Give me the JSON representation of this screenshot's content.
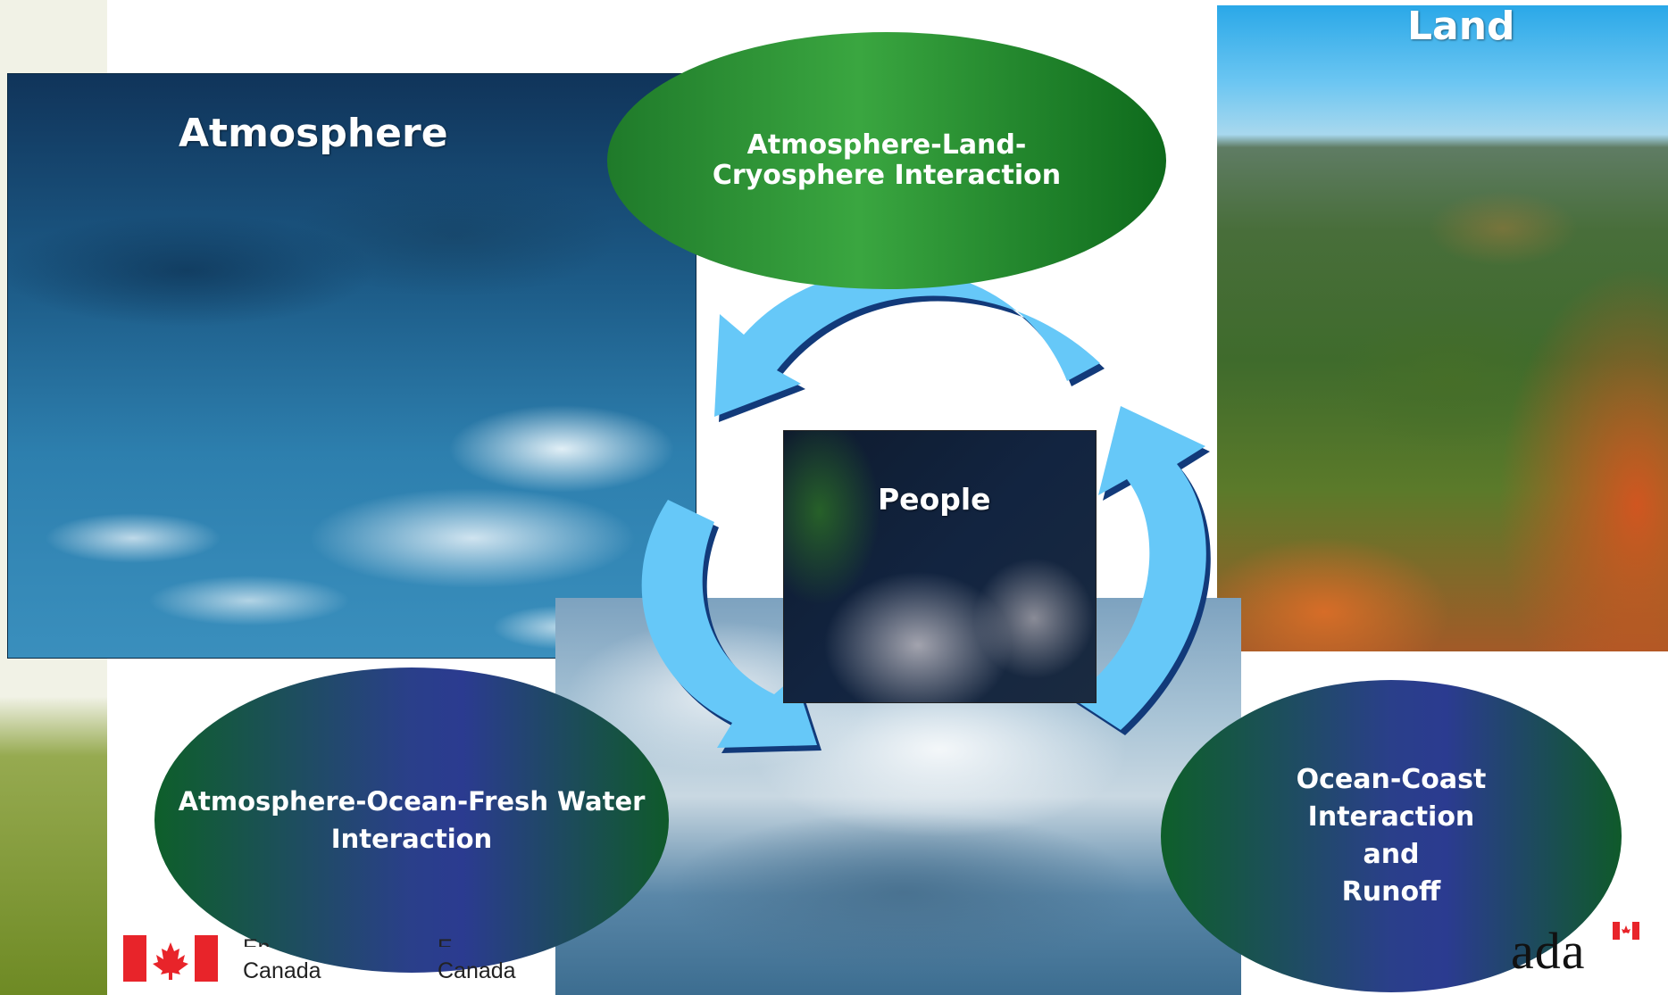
{
  "panels": {
    "atmosphere": "Atmosphere",
    "land": "Land",
    "people": "People"
  },
  "interactions": {
    "atmosphere_land": [
      "Atmosphere-Land-",
      "Cryosphere Interaction"
    ],
    "atmosphere_ocean": [
      "Atmosphere-Ocean-Fresh Water",
      "Interaction"
    ],
    "ocean_coast": [
      "Ocean-Coast",
      "Interaction",
      "and",
      "Runoff"
    ]
  },
  "logos": {
    "left_line1": "En",
    "left_line2": "Canada",
    "mid_line1": "E",
    "mid_line2": "Canada",
    "wordmark": "ada"
  },
  "colors": {
    "arrow": "#66c8f8",
    "arrow_shadow": "#123a7a",
    "canada_red": "#e8242a"
  },
  "icons": [
    "canada-flag-icon",
    "cycle-arrow-icon"
  ]
}
